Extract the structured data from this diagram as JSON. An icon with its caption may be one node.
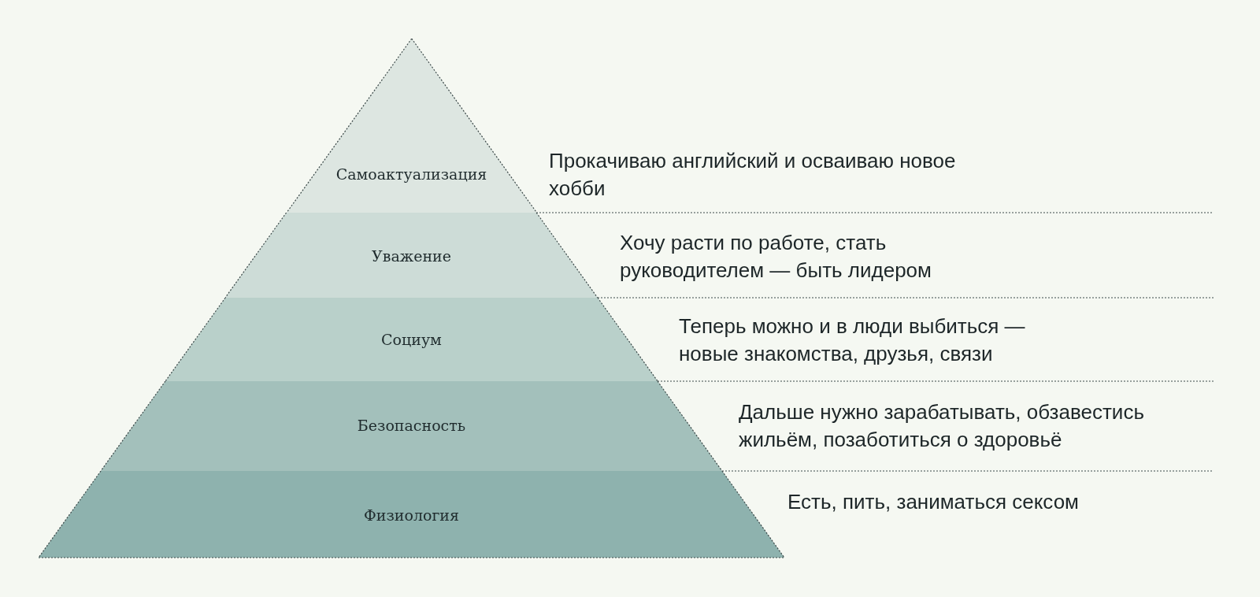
{
  "diagram": {
    "nodes": [
      {
        "text": [
          "Самоактуализация"
        ],
        "beside": [
          "Прокачиваю английский и осваиваю новое хобби"
        ]
      },
      {
        "text": [
          "Уважение"
        ],
        "beside": [
          "Хочу расти по работе, стать руководителем — быть лидером"
        ]
      },
      {
        "text": [
          "Социум"
        ],
        "beside": [
          "Теперь можно и в люди выбиться — новые знакомства, друзья, связи"
        ]
      },
      {
        "text": [
          "Безопасность"
        ],
        "beside": [
          "Дальше нужно зарабатывать, обзавестись жильём, позаботиться о здоровьё"
        ]
      },
      {
        "text": [
          "Физиология"
        ],
        "beside": [
          "Есть, пить, заниматься сексом"
        ]
      }
    ],
    "edges": []
  }
}
